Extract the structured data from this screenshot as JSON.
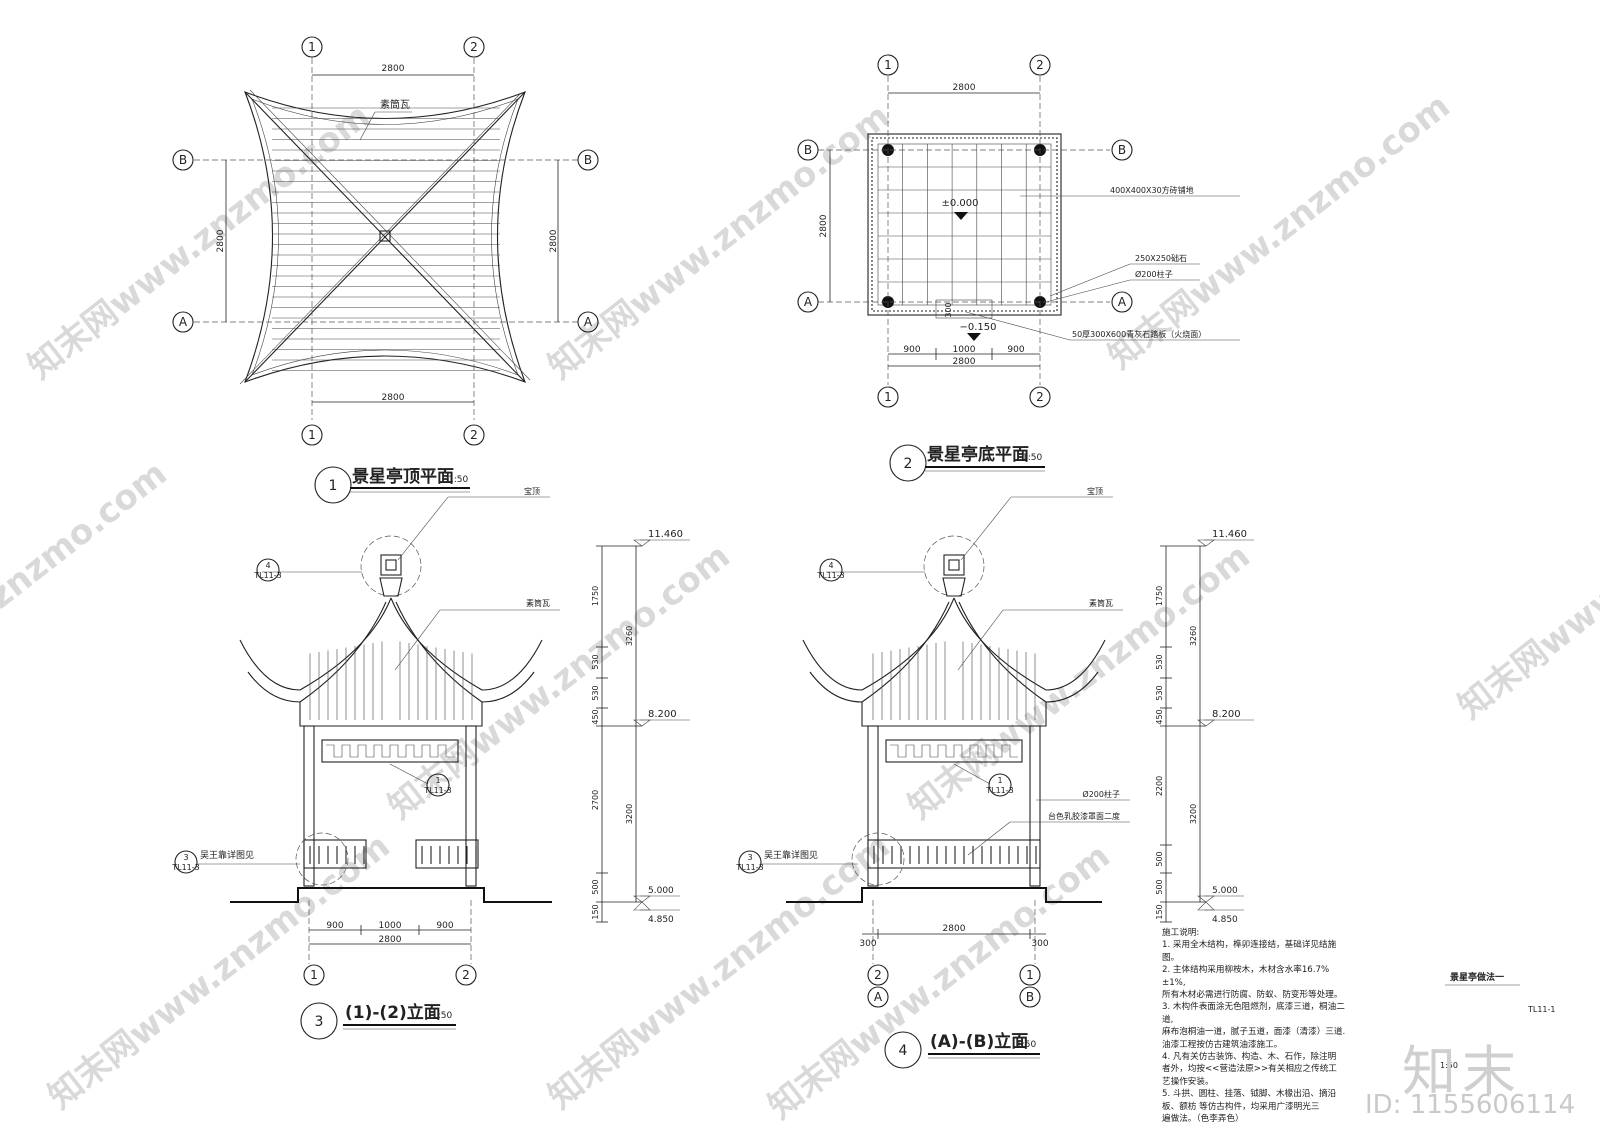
{
  "watermark": {
    "site": "znzmo.com",
    "site_full": "知末网www.znzmo.com",
    "logo": "知末",
    "id": "ID: 1155606114"
  },
  "views": {
    "roof_plan": {
      "number": "1",
      "title": "景星亭顶平面",
      "scale": "1:50",
      "material": "素筒瓦",
      "axes": {
        "col1": "1",
        "col2": "2",
        "rowA": "A",
        "rowB": "B"
      },
      "dims": {
        "top": "2800",
        "bottom": "2800",
        "left": "2800",
        "right": "2800"
      }
    },
    "floor_plan": {
      "number": "2",
      "title": "景星亭底平面",
      "scale": "1:50",
      "axes": {
        "col1": "1",
        "col2": "2",
        "rowA": "A",
        "rowB": "B"
      },
      "dims": {
        "top": "2800",
        "left": "2800",
        "seg1": "900",
        "seg2": "1000",
        "seg3": "900",
        "total": "2800",
        "step": "300"
      },
      "levels": {
        "floor": "±0.000",
        "step": "−0.150"
      },
      "callouts": {
        "paving": "400X400X30方砖铺地",
        "plinth": "250X250础石",
        "column": "Ø200柱子",
        "step_stone": "50厚300X600青灰石踏板（火烧面）"
      }
    },
    "elev_12": {
      "number": "3",
      "title": "(1)-(2)立面",
      "scale": "1:50",
      "finial": "宝顶",
      "roof_tile": "素筒瓦",
      "ref_finial": {
        "num": "4",
        "sheet": "TL11-3"
      },
      "ref_panel": {
        "num": "1",
        "sheet": "TL11-3"
      },
      "ref_bench": {
        "num": "3",
        "sheet": "TL11-3",
        "label": "吴王靠详图见"
      },
      "levels": {
        "top": "11.460",
        "eave": "8.200",
        "floor": "5.000",
        "ground": "4.850"
      },
      "vdims": {
        "d1750": "1750",
        "d530a": "530",
        "d530b": "530",
        "d450": "450",
        "d2700": "2700",
        "d500": "500",
        "d150": "150",
        "d3260": "3260",
        "d3200": "3200"
      },
      "hdims": {
        "a": "900",
        "b": "1000",
        "c": "900",
        "total": "2800"
      },
      "axes": {
        "left": "1",
        "right": "2"
      }
    },
    "elev_ab": {
      "number": "4",
      "title": "(A)-(B)立面",
      "scale": "1:50",
      "finial": "宝顶",
      "roof_tile": "素筒瓦",
      "column": "Ø200柱子",
      "bench_note": "台色乳胶漆罩面二度",
      "ref_finial": {
        "num": "4",
        "sheet": "TL11-3"
      },
      "ref_panel": {
        "num": "1",
        "sheet": "TL11-3"
      },
      "ref_bench": {
        "num": "3",
        "sheet": "TL11-3",
        "label": "吴王靠详图见"
      },
      "levels": {
        "top": "11.460",
        "eave": "8.200",
        "floor": "5.000",
        "ground": "4.850"
      },
      "vdims": {
        "d1750": "1750",
        "d530a": "530",
        "d530b": "530",
        "d450": "450",
        "d2200": "2200",
        "d500a": "500",
        "d500b": "500",
        "d150": "150",
        "d3260": "3260",
        "d3200": "3200"
      },
      "hdims": {
        "left": "300",
        "mid": "2800",
        "right": "300"
      },
      "axes": {
        "left_num": "2",
        "left_letter": "A",
        "right_num": "1",
        "right_letter": "B"
      }
    }
  },
  "notes": {
    "heading": "施工说明:",
    "items": [
      "1. 采用全木结构，榫卯连接结，基础详见结施图。",
      "2. 主体结构采用柳桉木，木材含水率16.7% ±1%,",
      "所有木材必需进行防腐、防蚁、防变形等处理。",
      "3. 木构件表面涂无色阻燃剂，底漆三道，桐油二道,",
      "麻布泡桐油一道，腻子五道，面漆（清漆）三道.",
      "油漆工程按仿古建筑油漆施工。",
      "4. 凡有关仿古装饰、构造、木、石作，除注明",
      "者外，均按<<营造法原>>有关相应之传统工",
      "艺操作安装。",
      "5. 斗拱、圆柱、挂落、钺脚、木椽出沿、摘沿",
      "板、额枋    等仿古构件，均采用广漆明光三",
      "遍做法。（色李弄色）"
    ]
  },
  "sheet": {
    "title": "景星亭做法一",
    "number": "TL11-1",
    "scale": "1:50"
  }
}
